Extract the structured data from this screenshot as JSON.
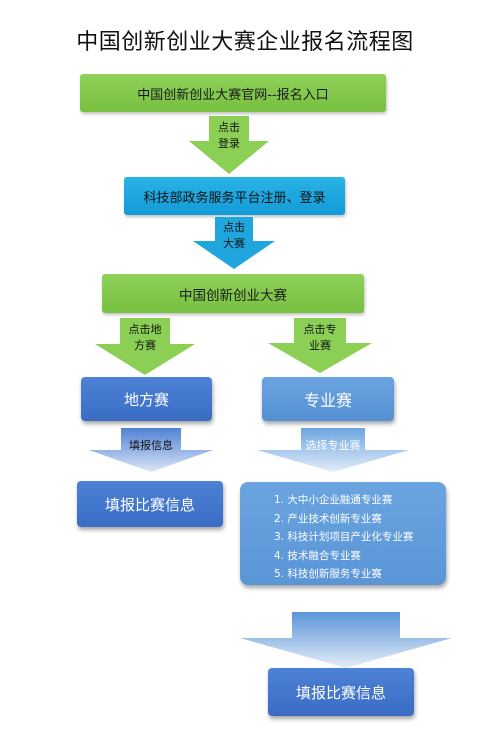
{
  "title": "中国创新创业大赛企业报名流程图",
  "nodes": {
    "entry": "中国创新创业大赛官网--报名入口",
    "register": "科技部政务服务平台注册、登录",
    "contest": "中国创新创业大赛",
    "local": "地方赛",
    "professional": "专业赛",
    "fill_local": "填报比赛信息",
    "fill_professional": "填报比赛信息"
  },
  "arrows": {
    "a1": [
      "点击",
      "登录"
    ],
    "a2": [
      "点击",
      "大赛"
    ],
    "a3": [
      "点击地",
      "方赛"
    ],
    "a4": [
      "点击专",
      "业赛"
    ],
    "a5": "填报信息",
    "a6": "选择专业赛"
  },
  "professional_list": [
    "1. 大中小企业融通专业赛",
    "2. 产业技术创新专业赛",
    "3. 科技计划项目产业化专业赛",
    "4. 技术融合专业赛",
    "5. 科技创新服务专业赛"
  ],
  "colors": {
    "green": "#7cc444",
    "cyan": "#1fa6dd",
    "blue": "#3f73c9",
    "lightblue": "#5e98d8"
  }
}
